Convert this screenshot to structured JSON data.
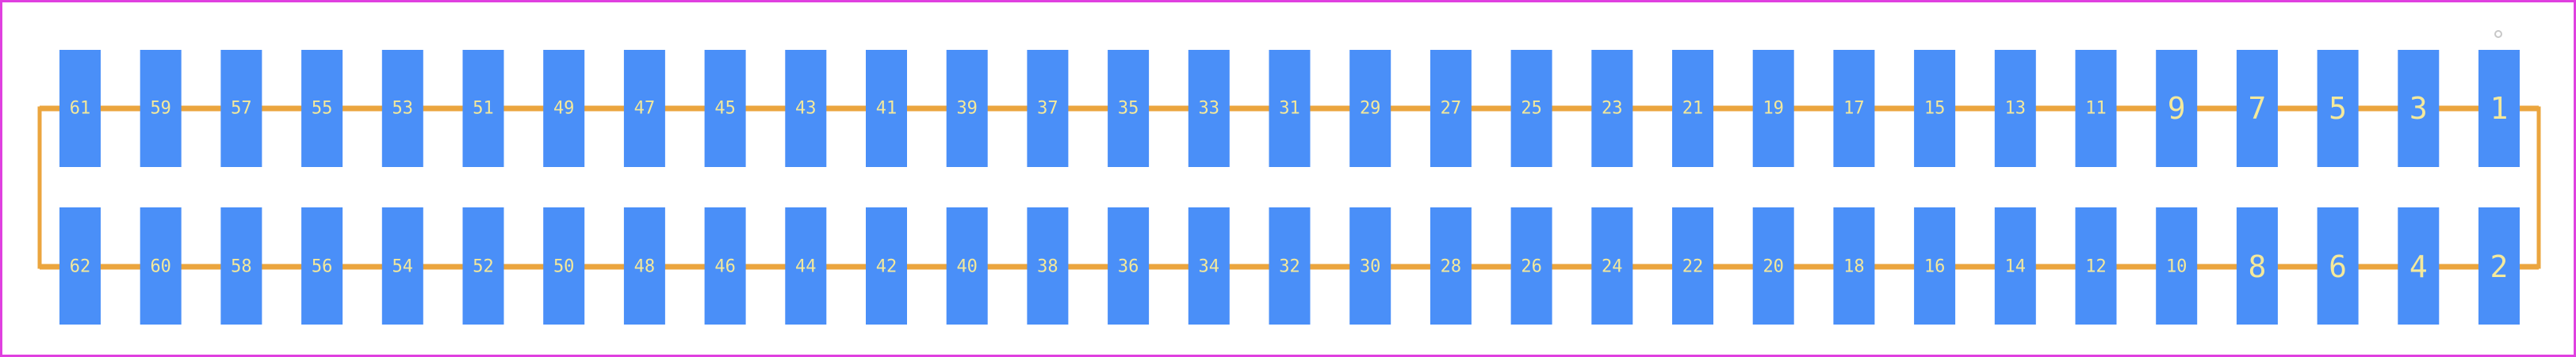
{
  "footprint": {
    "pin_count": 62,
    "rows": 2,
    "columns": 31,
    "top_row_pins": [
      "61",
      "59",
      "57",
      "55",
      "53",
      "51",
      "49",
      "47",
      "45",
      "43",
      "41",
      "39",
      "37",
      "35",
      "33",
      "31",
      "29",
      "27",
      "25",
      "23",
      "21",
      "19",
      "17",
      "15",
      "13",
      "11",
      "9",
      "7",
      "5",
      "3",
      "1"
    ],
    "bottom_row_pins": [
      "62",
      "60",
      "58",
      "56",
      "54",
      "52",
      "50",
      "48",
      "46",
      "44",
      "42",
      "40",
      "38",
      "36",
      "34",
      "32",
      "30",
      "28",
      "26",
      "24",
      "22",
      "20",
      "18",
      "16",
      "14",
      "12",
      "10",
      "8",
      "6",
      "4",
      "2"
    ],
    "pin1_marker": "dot",
    "colors": {
      "border": "#e040e0",
      "pad": "#4a8ff8",
      "outline": "#eba53e",
      "label": "#f4e99b",
      "marker": "#c8c8c8",
      "background": "#ffffff"
    }
  }
}
